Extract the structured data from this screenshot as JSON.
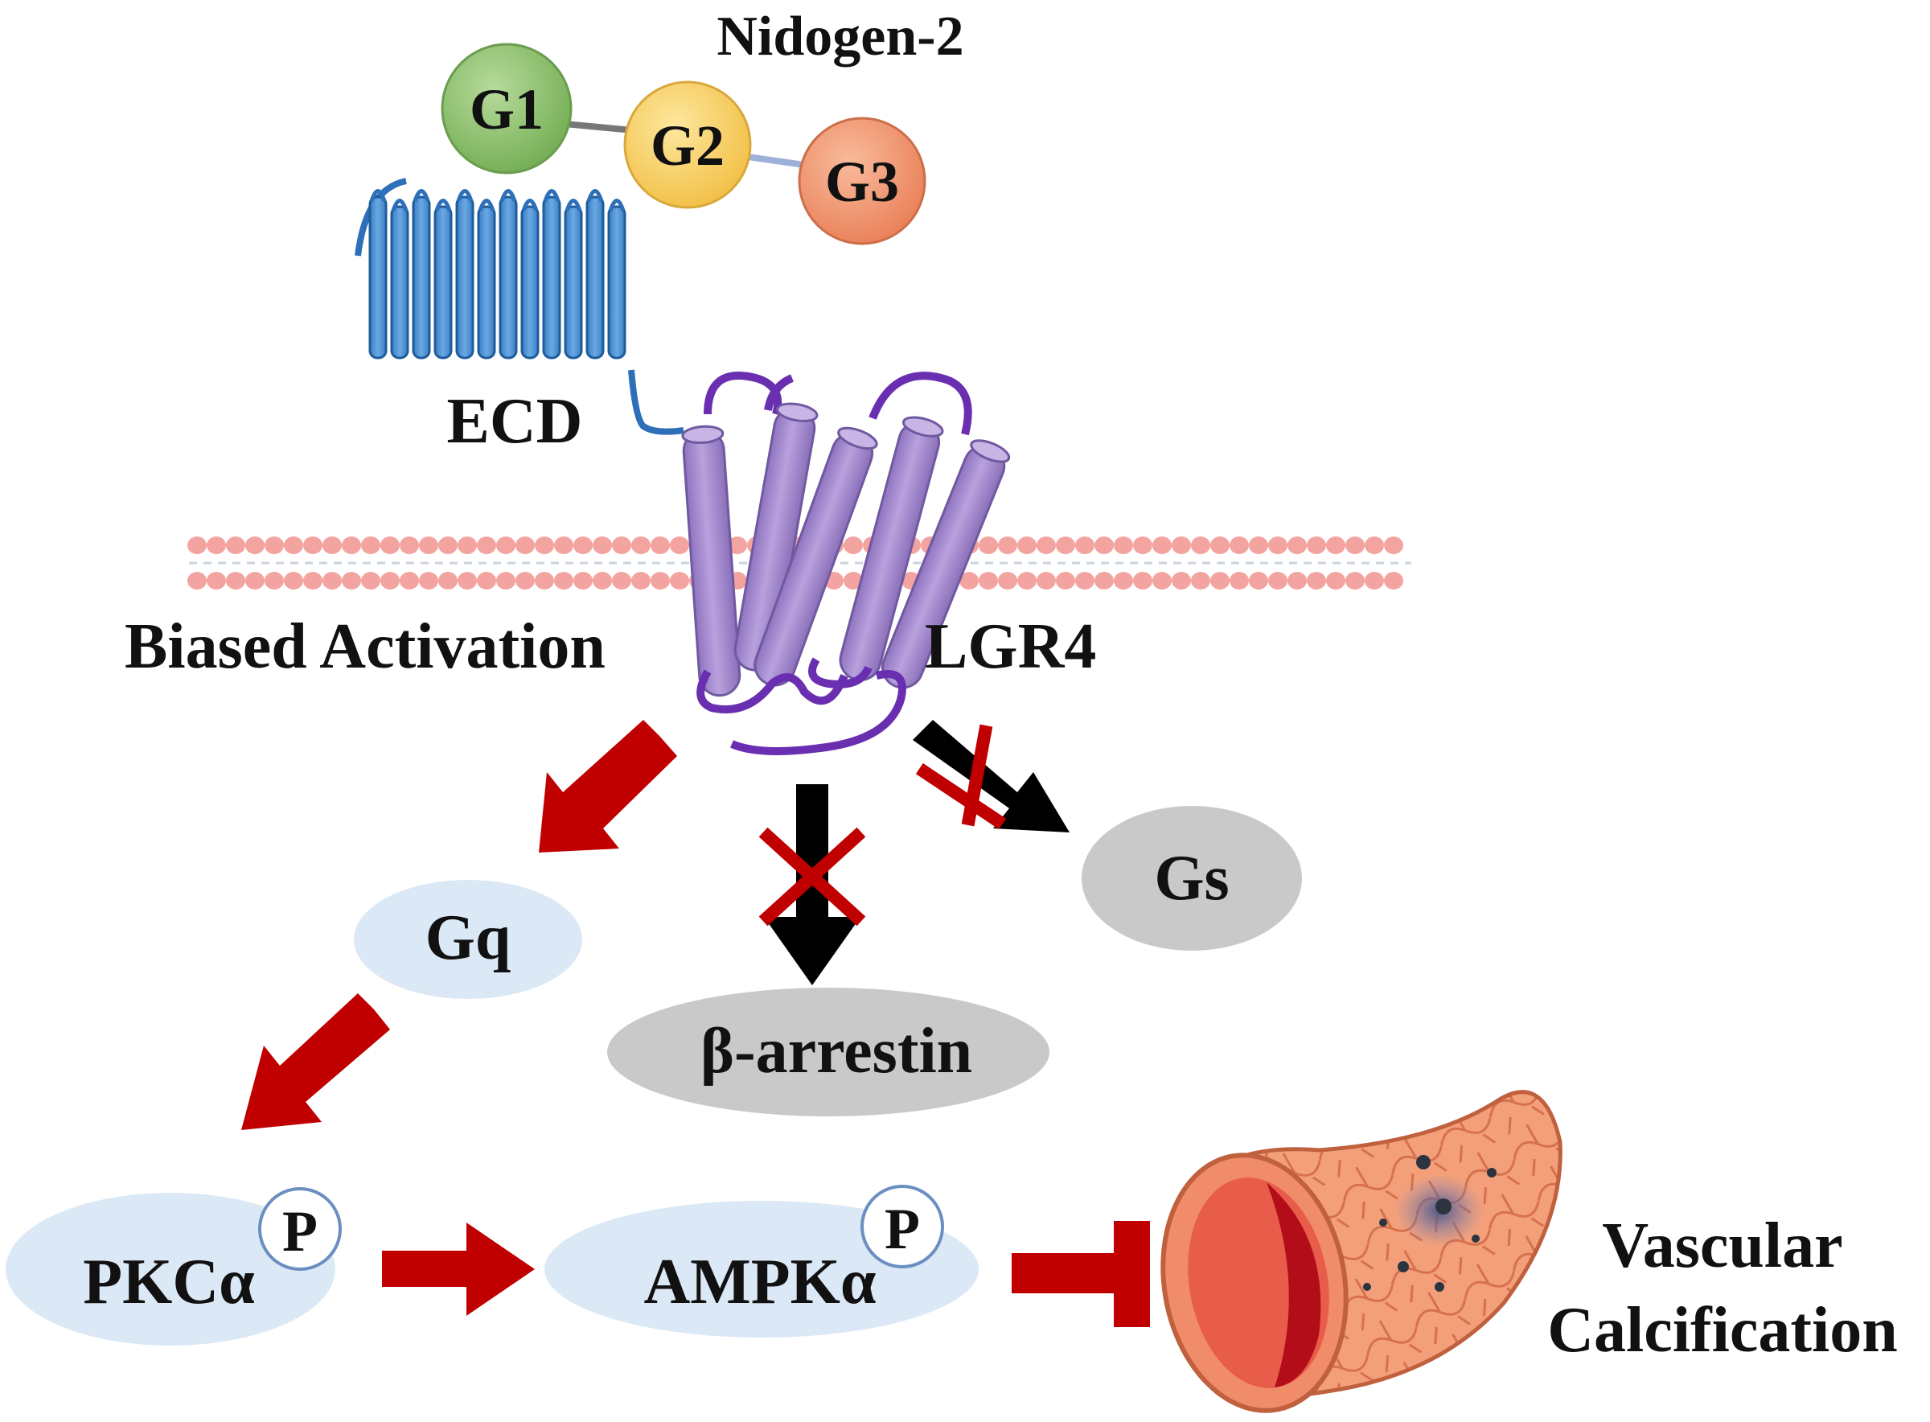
{
  "title": "Nidogen-2",
  "domains": [
    "G1",
    "G2",
    "G3"
  ],
  "ecd_label": "ECD",
  "receptor_label": "LGR4",
  "activation_label": "Biased Activation",
  "pathways": {
    "gq": "Gq",
    "beta_arrestin": "β-arrestin",
    "gs": "Gs",
    "pkc": "PKCα",
    "ampk": "AMPKα",
    "phospho": "P"
  },
  "outcome": {
    "line1": "Vascular",
    "line2": "Calcification"
  },
  "colors": {
    "activating_arrow": "#c00000",
    "blocked_arrow": "#000000",
    "block_x": "#c00000",
    "receptor_helix": "#a98fcf",
    "ecd": "#4a8fd1",
    "membrane": "#f4a4a0",
    "g1": "#8ec36f",
    "g2": "#f9d26b",
    "g3": "#f29a74",
    "light_ellipse": "#dbe8f5",
    "grey_ellipse": "#c9c9c9"
  }
}
